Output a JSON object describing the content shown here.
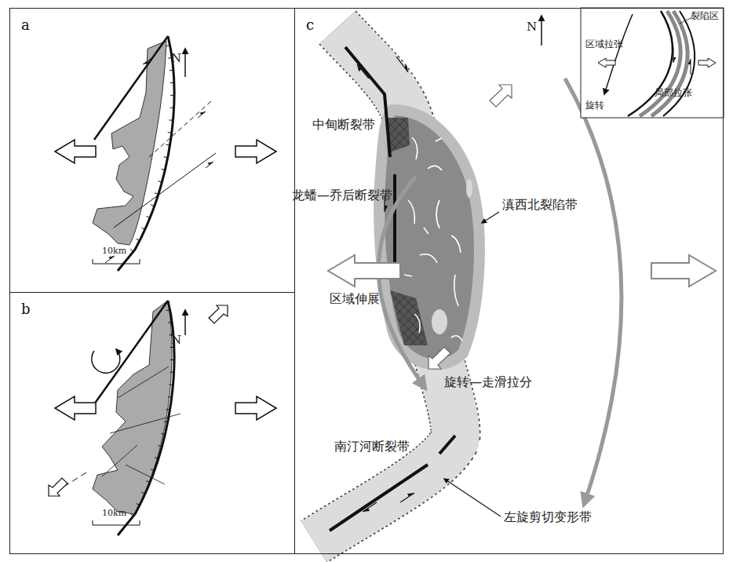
{
  "diagram": {
    "nodes": [
      {
        "text": [
          "a"
        ]
      },
      {
        "text": [
          "b"
        ]
      },
      {
        "text": [
          "c"
        ]
      }
    ],
    "labels": [
      "N",
      "10km",
      "N",
      "10km",
      "N",
      "中甸断裂带",
      "龙蟠—乔后断裂带",
      "区域伸展",
      "滇西北裂陷带",
      "旋转—走滑拉分",
      "南汀河断裂带",
      "左旋剪切变形带",
      "裂陷区",
      "区域拉张",
      "局部拉张",
      "旋转"
    ]
  }
}
